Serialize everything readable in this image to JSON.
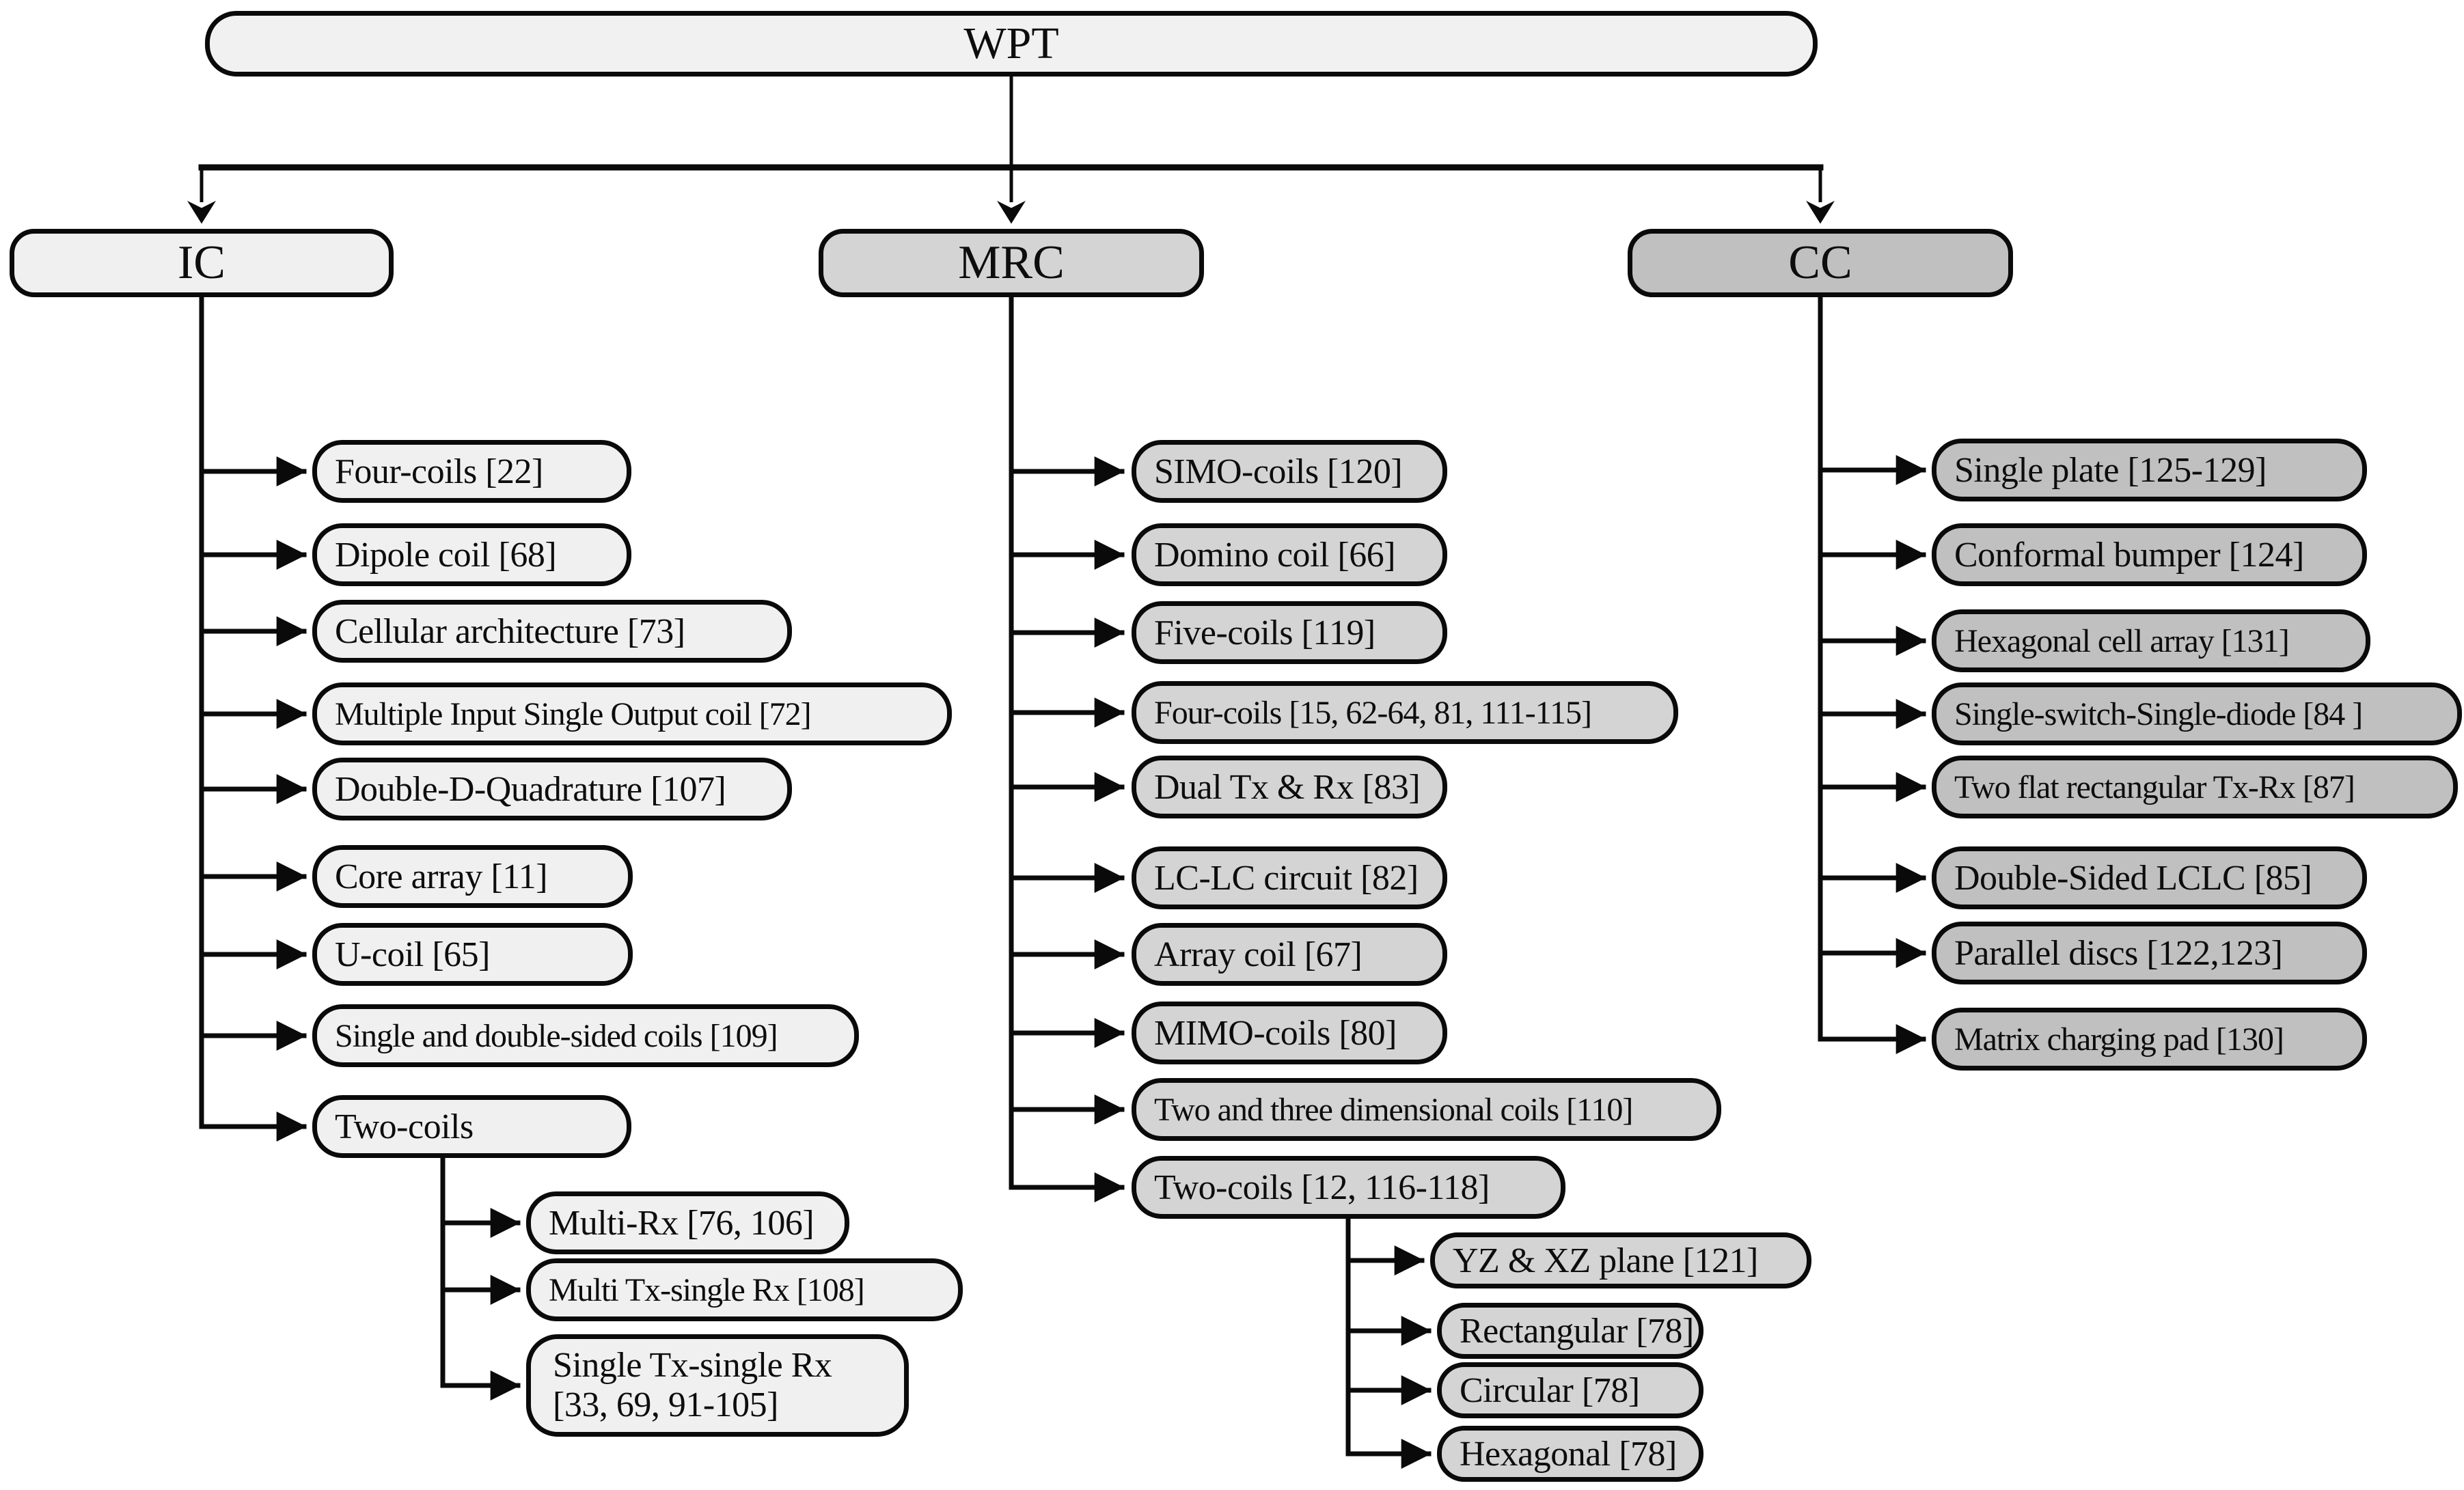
{
  "root": {
    "label": "WPT"
  },
  "colors": {
    "wpt_fill": "#f1f1f1",
    "ic_fill": "#f0f0f0",
    "mrc_fill": "#d4d4d4",
    "cc_fill": "#c0c0c0",
    "line": "#000000",
    "background": "#ffffff"
  },
  "categories": [
    {
      "label": "IC",
      "children": [
        {
          "label": "Four-coils [22]"
        },
        {
          "label": "Dipole coil [68]"
        },
        {
          "label": "Cellular architecture [73]"
        },
        {
          "label": "Multiple Input Single Output coil [72]"
        },
        {
          "label": "Double-D-Quadrature [107]"
        },
        {
          "label": "Core array [11]"
        },
        {
          "label": "U-coil [65]"
        },
        {
          "label": "Single and double-sided coils [109]"
        },
        {
          "label": "Two-coils",
          "children": [
            {
              "label": "Multi-Rx [76, 106]"
            },
            {
              "label": "Multi Tx-single Rx [108]"
            },
            {
              "label": "Single Tx-single Rx [33, 69, 91-105]"
            }
          ]
        }
      ]
    },
    {
      "label": "MRC",
      "children": [
        {
          "label": "SIMO-coils [120]"
        },
        {
          "label": "Domino coil [66]"
        },
        {
          "label": "Five-coils [119]"
        },
        {
          "label": "Four-coils [15, 62-64, 81, 111-115]"
        },
        {
          "label": "Dual Tx & Rx [83]"
        },
        {
          "label": "LC-LC circuit [82]"
        },
        {
          "label": "Array coil [67]"
        },
        {
          "label": "MIMO-coils [80]"
        },
        {
          "label": "Two and three dimensional coils [110]"
        },
        {
          "label": "Two-coils [12, 116-118]",
          "children": [
            {
              "label": "YZ & XZ plane [121]"
            },
            {
              "label": "Rectangular [78]"
            },
            {
              "label": "Circular [78]"
            },
            {
              "label": "Hexagonal [78]"
            }
          ]
        }
      ]
    },
    {
      "label": "CC",
      "children": [
        {
          "label": "Single plate [125-129]"
        },
        {
          "label": "Conformal bumper [124]"
        },
        {
          "label": "Hexagonal cell array [131]"
        },
        {
          "label": "Single-switch-Single-diode [84 ]"
        },
        {
          "label": "Two flat rectangular Tx-Rx [87]"
        },
        {
          "label": "Double-Sided LCLC [85]"
        },
        {
          "label": "Parallel discs [122,123]"
        },
        {
          "label": "Matrix charging pad [130]"
        }
      ]
    }
  ]
}
